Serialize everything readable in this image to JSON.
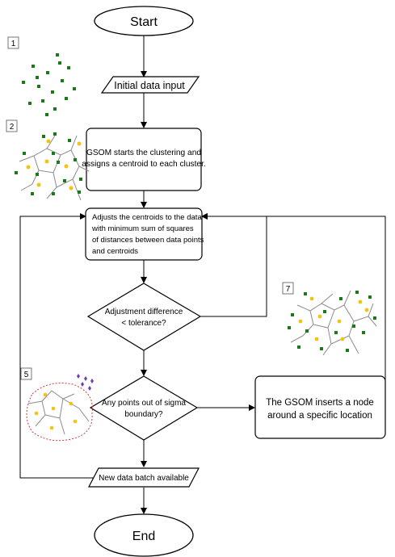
{
  "flowchart": {
    "start": "Start",
    "input": "Initial data input",
    "gsom_start": [
      "GSOM starts the clustering and",
      "assigns a centroid to each cluster."
    ],
    "adjust": [
      "Adjusts the centroids to the data",
      "with minimum sum of squares",
      "of distances between data points",
      "and centroids"
    ],
    "decision_tolerance": [
      "Adjustment difference",
      "< tolerance?"
    ],
    "decision_sigma": [
      "Any points out of sigma",
      "boundary?"
    ],
    "insert_node": [
      "The GSOM inserts a node",
      "around a specific location"
    ],
    "new_batch": "New data batch available",
    "end": "End"
  },
  "panels": {
    "panel1": "1",
    "panel2": "2",
    "panel5": "5",
    "panel7": "7"
  },
  "colors": {
    "data_point": "#1a7a1a",
    "centroid": "#f2c40f",
    "outlier": "#6a3fb5",
    "cell_edge": "#8c8c8c",
    "sigma_boundary": "#d23a3a"
  }
}
